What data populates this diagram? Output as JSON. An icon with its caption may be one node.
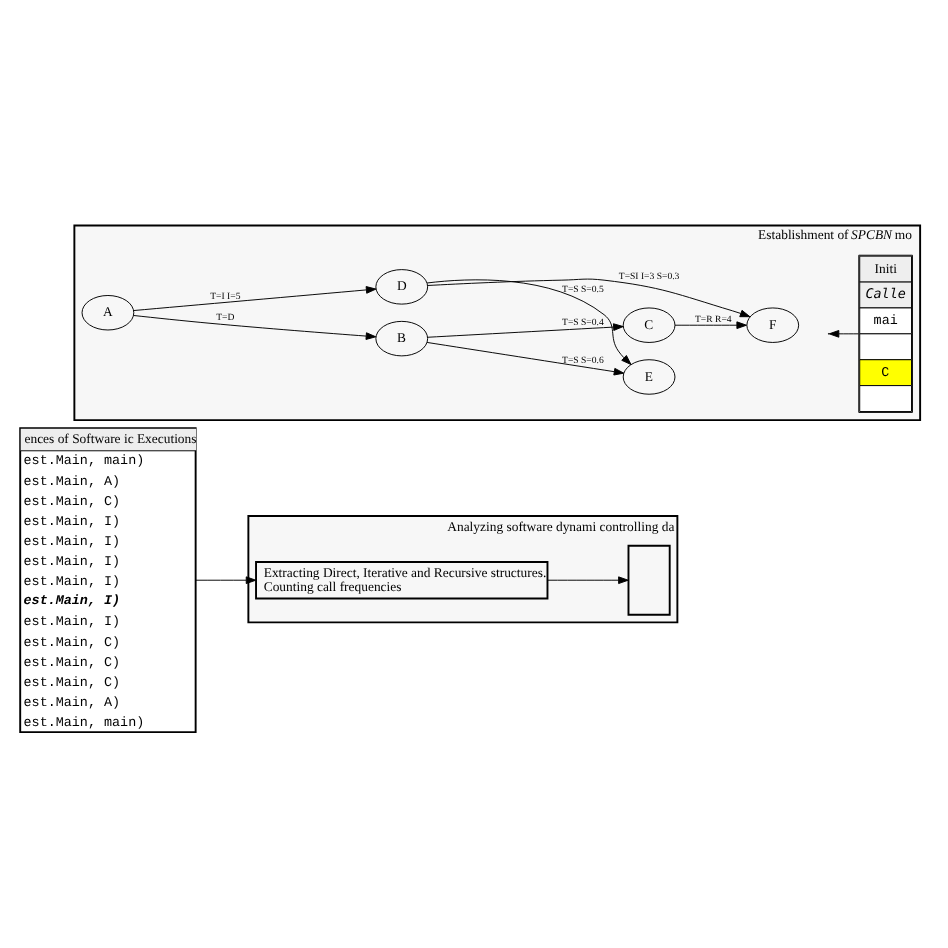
{
  "diagram": {
    "nodes": [
      {
        "text": [
          "ences of Software ic Executions",
          "est.Main, main)",
          "est.Main, A)",
          "est.Main, C)",
          "est.Main, I)",
          "est.Main, I)",
          "est.Main, I)",
          "est.Main, I)",
          "est.Main, I)",
          "est.Main, I)",
          "est.Main, C)",
          "est.Main, C)",
          "est.Main, C)",
          "est.Main, A)",
          "est.Main, main)"
        ]
      },
      {
        "text": [
          "Analyzing software dynami controlling da"
        ]
      },
      {
        "text": [
          "Extracting Direct, Iterative and Recursive structures.",
          "Counting call frequencies"
        ],
        "in": 1
      },
      {
        "text": [],
        "shape": "box",
        "in": 1
      },
      {
        "text": [
          "Establishment of *SPCBN* mo"
        ]
      },
      {
        "text": [
          "A"
        ],
        "in": 4
      },
      {
        "text": [
          "B"
        ],
        "in": 4
      },
      {
        "text": [
          "D"
        ],
        "in": 4
      },
      {
        "text": [
          "C"
        ],
        "in": 4
      },
      {
        "text": [
          "E"
        ],
        "in": 4
      },
      {
        "text": [
          "F"
        ],
        "in": 4
      },
      {
        "text": [
          "Initi",
          "*Calle*",
          "mai",
          "C"
        ],
        "in": 4
      }
    ],
    "edges": [
      {
        "from": 0,
        "to": 2,
        "arrow": "to"
      },
      {
        "from": 2,
        "to": 3,
        "arrow": "to"
      },
      {
        "from": 5,
        "to": 6,
        "arrow": "to",
        "label": "T=D"
      },
      {
        "from": 5,
        "to": 7,
        "arrow": "to",
        "label": "T=I I=5"
      },
      {
        "from": 6,
        "to": 8,
        "arrow": "to",
        "label": "T=S S=0.4"
      },
      {
        "from": 6,
        "to": 9,
        "arrow": "to",
        "label": "T=S S=0.6"
      },
      {
        "from": 7,
        "to": 9,
        "arrow": "to",
        "label": "T=S S=0.5"
      },
      {
        "from": 7,
        "to": 10,
        "arrow": "to",
        "label": "T=SI I=3 S=0.3"
      },
      {
        "from": 8,
        "to": 10,
        "arrow": "to",
        "label": "T=R R=4"
      },
      {
        "from": 11,
        "to": null,
        "arrow": "to"
      }
    ]
  }
}
